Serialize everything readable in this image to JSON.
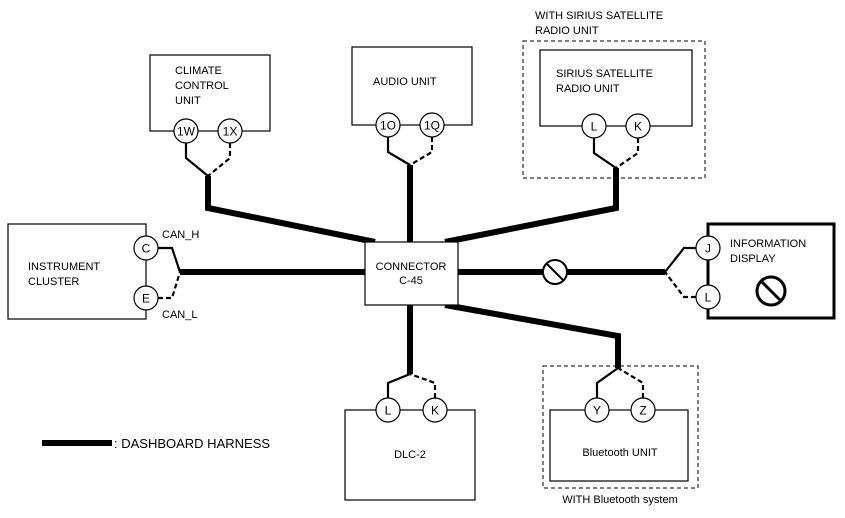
{
  "colors": {
    "line": "#000000",
    "background": "#ffffff"
  },
  "connector": {
    "line1": "CONNECTOR",
    "line2": "C-45"
  },
  "climate": {
    "line1": "CLIMATE",
    "line2": "CONTROL",
    "line3": "UNIT",
    "pin1": "1W",
    "pin2": "1X"
  },
  "audio": {
    "line1": "AUDIO UNIT",
    "pin1": "1O",
    "pin2": "1Q"
  },
  "sirius": {
    "group1": "WITH SIRIUS SATELLITE",
    "group2": "RADIO UNIT",
    "line1": "SIRIUS SATELLITE",
    "line2": "RADIO UNIT",
    "pin1": "L",
    "pin2": "K"
  },
  "cluster": {
    "line1": "INSTRUMENT",
    "line2": "CLUSTER",
    "pin1": "C",
    "pin2": "E",
    "wire1": "CAN_H",
    "wire2": "CAN_L"
  },
  "info": {
    "line1": "INFORMATION",
    "line2": "DISPLAY",
    "pin1": "J",
    "pin2": "L",
    "icon": "prohibited-icon"
  },
  "dlc": {
    "line1": "DLC-2",
    "pin1": "L",
    "pin2": "K"
  },
  "bluetooth": {
    "line1": "Bluetooth UNIT",
    "group": "WITH Bluetooth system",
    "pin1": "Y",
    "pin2": "Z"
  },
  "legend": {
    "label": ": DASHBOARD HARNESS"
  },
  "harness_icon": "prohibited-icon"
}
